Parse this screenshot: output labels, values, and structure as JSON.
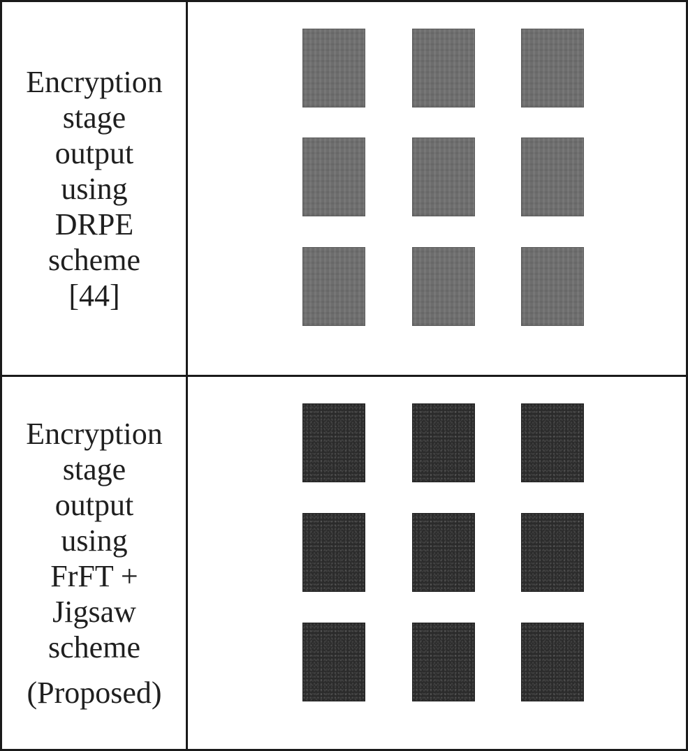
{
  "rows": [
    {
      "label_lines": [
        "Encryption",
        "stage",
        "output",
        "using",
        "DRPE",
        "scheme",
        "[44]"
      ],
      "image_style": "gray-phase-noise",
      "tile_count": 9
    },
    {
      "label_lines": [
        "Encryption",
        "stage",
        "output",
        "using",
        "FrFT +",
        "Jigsaw",
        "scheme"
      ],
      "label_extra": "(Proposed)",
      "image_style": "dark-random-noise",
      "tile_count": 9
    }
  ],
  "colors": {
    "border": "#1a1a1a",
    "drpe_tile": "#707070",
    "frft_tile": "#2b2b2b",
    "text": "#1f1f1f"
  }
}
